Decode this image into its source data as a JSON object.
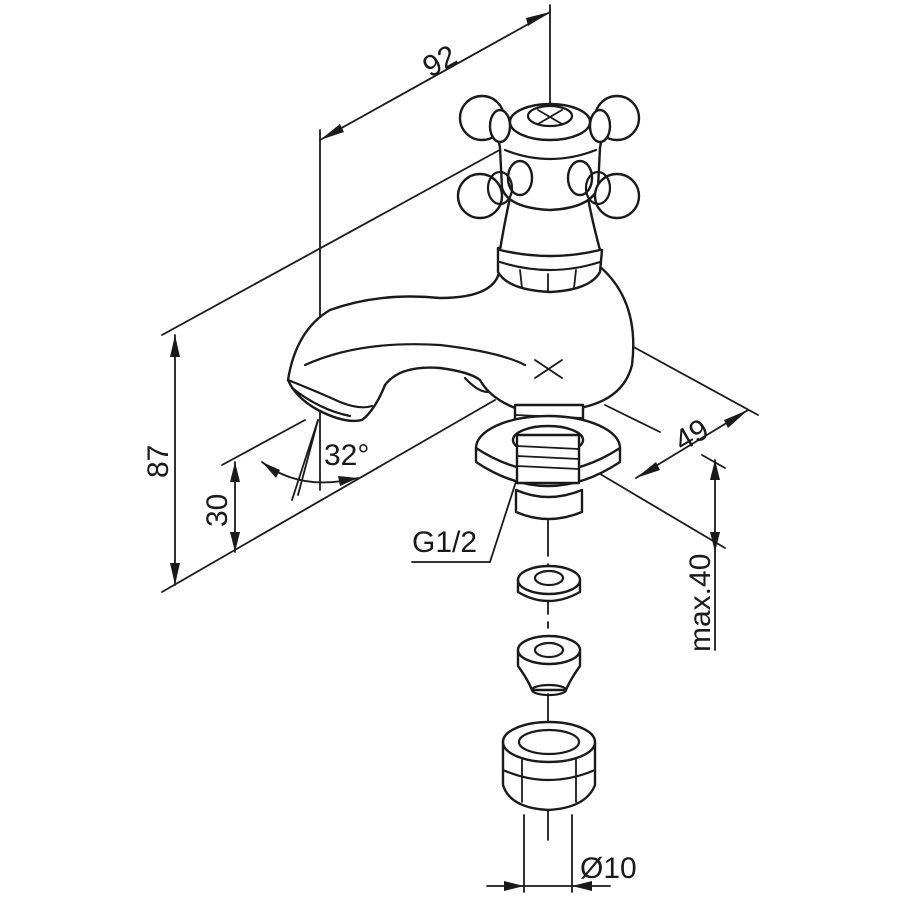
{
  "dimensions": {
    "width_top": "92",
    "height_total": "87",
    "height_spout": "30",
    "angle": "32°",
    "depth": "49",
    "thread": "G1/2",
    "max_mount": "max.40",
    "pipe_diameter": "Ø10"
  }
}
